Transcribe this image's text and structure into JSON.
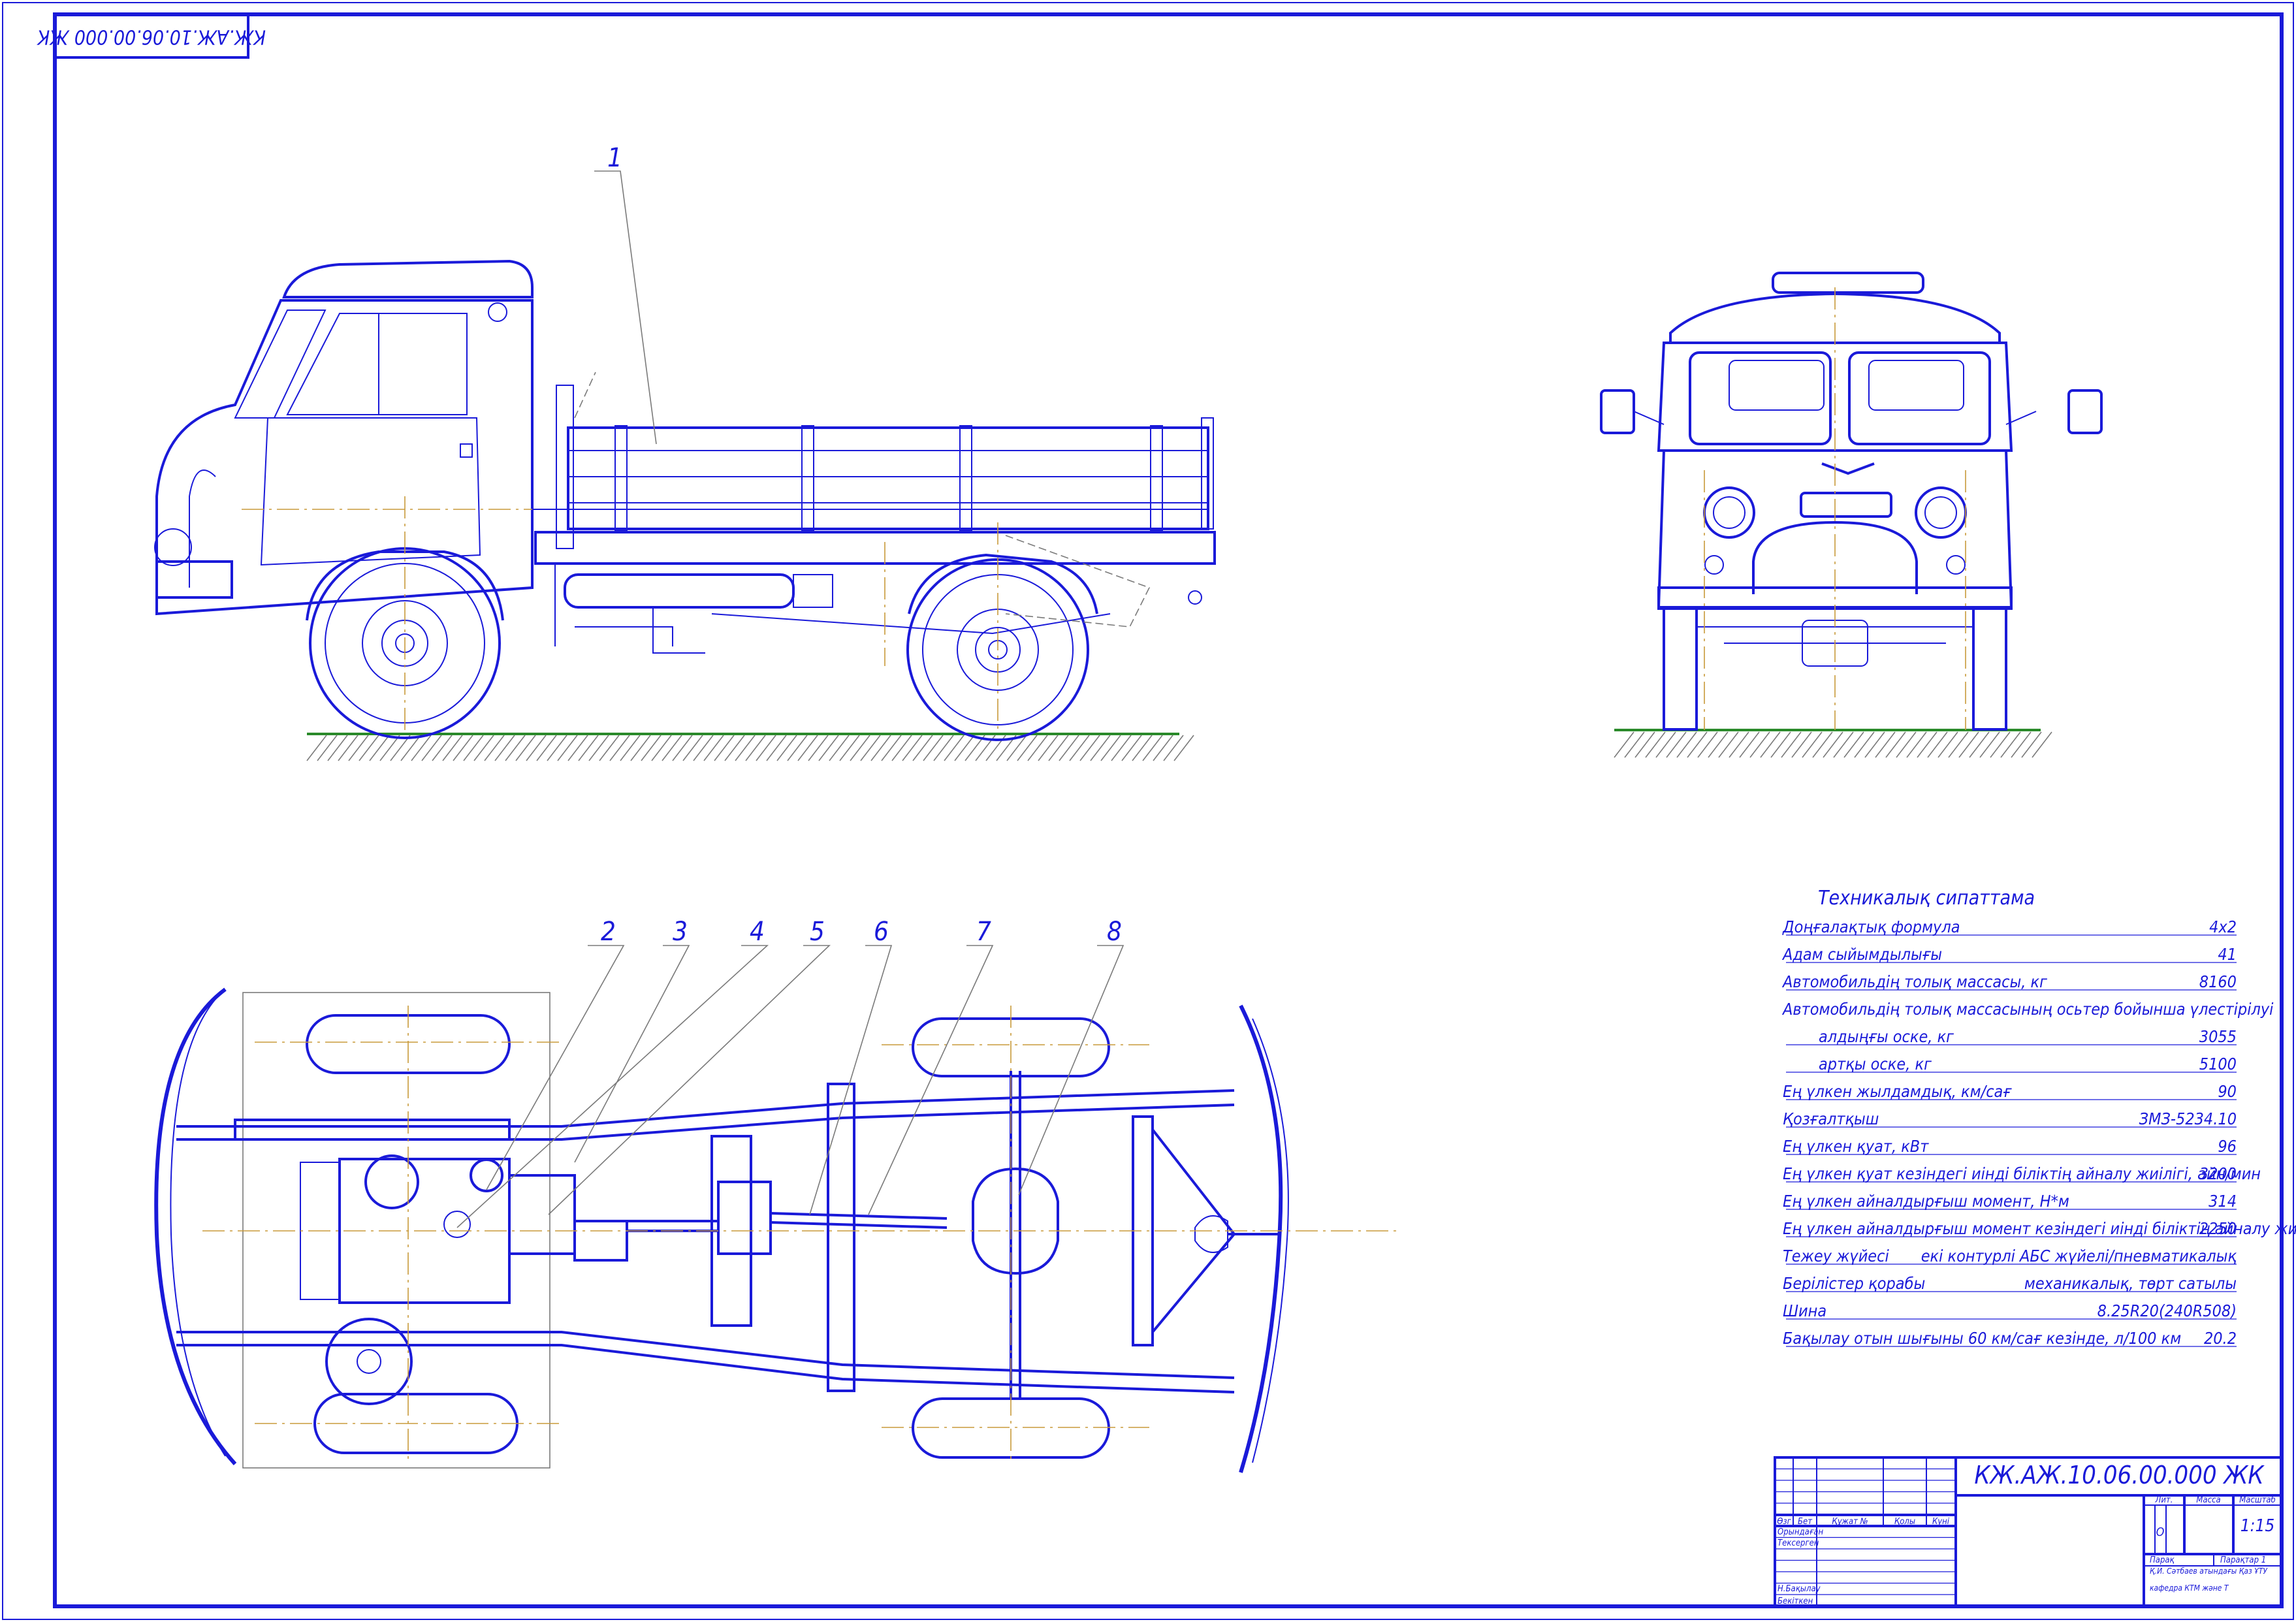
{
  "drawing_code": "КЖ.АЖ.10.06.00.000 ЖК",
  "rotated_code": "КЖ.АЖ.10.06.00.000 ЖК",
  "callouts": [
    "1",
    "2",
    "3",
    "4",
    "5",
    "6",
    "7",
    "8"
  ],
  "spec": {
    "title": "Техникалық сипаттама",
    "rows": [
      {
        "label": "Доңғалақтық формула",
        "value": "4x2",
        "indent": false
      },
      {
        "label": "Адам сыйымдылығы",
        "value": "41",
        "indent": false
      },
      {
        "label": "Автомобильдің толық массасы, кг",
        "value": "8160",
        "indent": false
      },
      {
        "label": "Автомобильдің толық массасының осьтер бойынша үлестірілуі",
        "value": "",
        "indent": false
      },
      {
        "label": "алдыңғы оске, кг",
        "value": "3055",
        "indent": true
      },
      {
        "label": "артқы оске, кг",
        "value": "5100",
        "indent": true
      },
      {
        "label": "Ең үлкен жылдамдық, км/сағ",
        "value": "90",
        "indent": false
      },
      {
        "label": "Қозғалтқыш",
        "value": "ЗМЗ-5234.10",
        "indent": false
      },
      {
        "label": "Ең үлкен қуат, кВт",
        "value": "96",
        "indent": false
      },
      {
        "label": "Ең үлкен қуат кезіндегі иінді біліктің айналу жиілігі, айн/мин",
        "value": "3200",
        "indent": false
      },
      {
        "label": "Ең үлкен айналдырғыш момент, Н*м",
        "value": "314",
        "indent": false
      },
      {
        "label": "Ең үлкен айналдырғыш момент кезіндегі иінді біліктің айналу жиілігі, айн/мин",
        "value": "2250",
        "indent": false
      },
      {
        "label": "Тежеу жүйесі",
        "value": "екі контурлі АБС жүйелі/пневматикалық",
        "indent": false
      },
      {
        "label": "Берілістер қорабы",
        "value": "механикалық, төрт сатылы",
        "indent": false
      },
      {
        "label": "Шина",
        "value": "8.25R20(240R508)",
        "indent": false
      },
      {
        "label": "Бақылау отын шығыны 60 км/сағ кезінде, л/100 км",
        "value": "20.2",
        "indent": false
      }
    ]
  },
  "title_block": {
    "code": "КЖ.АЖ.10.06.00.000 ЖК",
    "col_headers": [
      "Өзг",
      "Бет",
      "Құжат №",
      "Қолы",
      "Күні"
    ],
    "roles": [
      "Орындаған",
      "Тексерген",
      "Н.Бақылау",
      "Бекіткен"
    ],
    "lit_header": "Лит.",
    "mass_header": "Масса",
    "scale_header": "Масштаб",
    "lit_value": "О",
    "scale_value": "1:15",
    "sheet_label": "Парақ",
    "sheets_label": "Парақтар 1",
    "org_line1": "Қ.И. Сәтбаев атындағы Қаз ҰТУ",
    "org_line2": "кафедра КТМ және Т"
  }
}
